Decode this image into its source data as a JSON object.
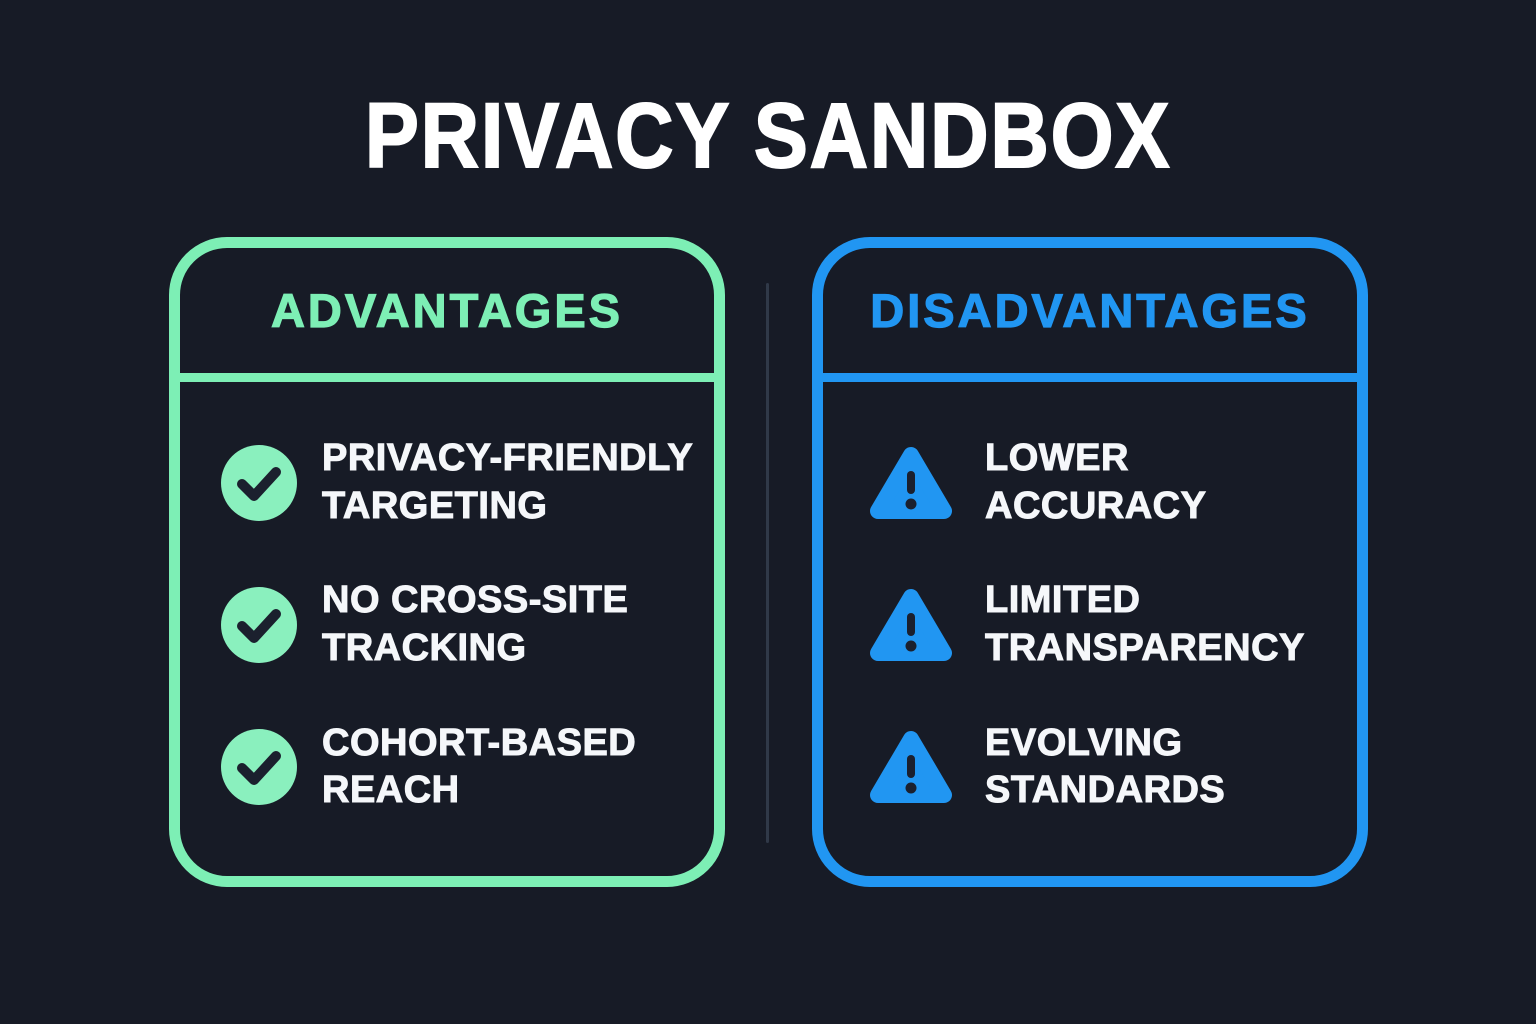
{
  "page": {
    "title": "PRIVACY SANDBOX",
    "colors": {
      "background": "#171B26",
      "title_text": "#FFFFFF",
      "item_text": "#F5F7FA",
      "green_accent": "#7DEFB5",
      "green_icon": "#8AF0BE",
      "blue_accent": "#2196F2",
      "icon_glyph": "#1B202E",
      "column_divider": "#303948"
    }
  },
  "advantages": {
    "title": "ADVANTAGES",
    "icon": "check-circle-icon",
    "items": [
      {
        "line1": "PRIVACY-FRIENDLY",
        "line2": "TARGETING"
      },
      {
        "line1": "NO CROSS-SITE",
        "line2": "TRACKING"
      },
      {
        "line1": "COHORT-BASED",
        "line2": "REACH"
      }
    ]
  },
  "disadvantages": {
    "title": "DISADVANTAGES",
    "icon": "warning-triangle-icon",
    "items": [
      {
        "line1": "LOWER",
        "line2": "ACCURACY"
      },
      {
        "line1": "LIMITED",
        "line2": "TRANSPARENCY"
      },
      {
        "line1": "EVOLVING",
        "line2": "STANDARDS"
      }
    ]
  }
}
